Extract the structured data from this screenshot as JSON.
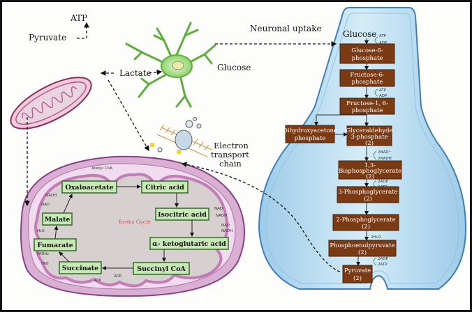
{
  "labels": {
    "atp": "ATP",
    "pyruvate": "Pyruvate",
    "lactate": "Lactate",
    "glucose_neuron": "Glucose",
    "neuronal_uptake": "Neuronal uptake",
    "glucose_top": "Glucose",
    "etc_1": "Electron",
    "etc_2": "transport",
    "etc_3": "chain",
    "krebs_cycle": "Krebs Cycle",
    "acetyl_coa": "Acetyl CoA"
  },
  "glycolysis": {
    "atp_in": "ATP",
    "adp_in": "ADP",
    "g6p_1": "Glucose-6-",
    "g6p_2": "phosphate",
    "f6p_1": "Fructose-6-",
    "f6p_2": "phosphate",
    "atp2": "ATP",
    "adp2": "ADP",
    "f16bp_1": "Fructose-1, 6-",
    "f16bp_2": "phosphate",
    "dhap_1": "Dihydroxyacetone",
    "dhap_2": "phosphate",
    "g3p_1": "Glyceraldehyde",
    "g3p_2": "3-phosphate",
    "g3p_3": "(2)",
    "nad": "2NAD⁺",
    "nadh": "2NADH",
    "bpg_1": "1,3-",
    "bpg_2": "Bisphosphoglycerate",
    "bpg_3": "(2)",
    "adp3": "2ADP",
    "atp3": "2ATP",
    "pg3_1": "3-Phosphoglycerate",
    "pg3_2": "(2)",
    "pg2_1": "2-Phosphoglycerate",
    "pg2_2": "(2)",
    "h2o": "2H₂O",
    "pep_1": "Phosphoenolpyruvate",
    "pep_2": "(2)",
    "adp4": "2ADP",
    "atp4": "2ATP",
    "pyr_1": "Pyruvate",
    "pyr_2": "(2)"
  },
  "krebs": {
    "oxaloacetate": "Oxaloacetate",
    "citric_acid": "Citric acid",
    "isocitric_acid": "Isocitric acid",
    "akg": "α- ketoglutaric acid",
    "succinyl_coa": "Succinyl CoA",
    "succinate": "Succinate",
    "fumarate": "Fumarate",
    "malate": "Malate",
    "nadh_l": "NADH",
    "nad_l": "NAD",
    "h2o_l": "H₂O",
    "fadh": "FADH₂",
    "fad": "FAD",
    "nad_r": "NAD",
    "nadh_r": "NADH",
    "nad_r2": "NAD",
    "nadh_r2": "NADH",
    "atp": "ATP",
    "adp": "ADP"
  },
  "colors": {
    "glycolysis_box": "#7a3b14",
    "krebs_box": "#c9e8b8",
    "krebs_box_border": "#2f6b22",
    "mito_membrane": "#b6588a",
    "cell_fill": "#bfe0f2",
    "cell_border": "#3f7fb5",
    "neuron": "#8bd36a"
  }
}
